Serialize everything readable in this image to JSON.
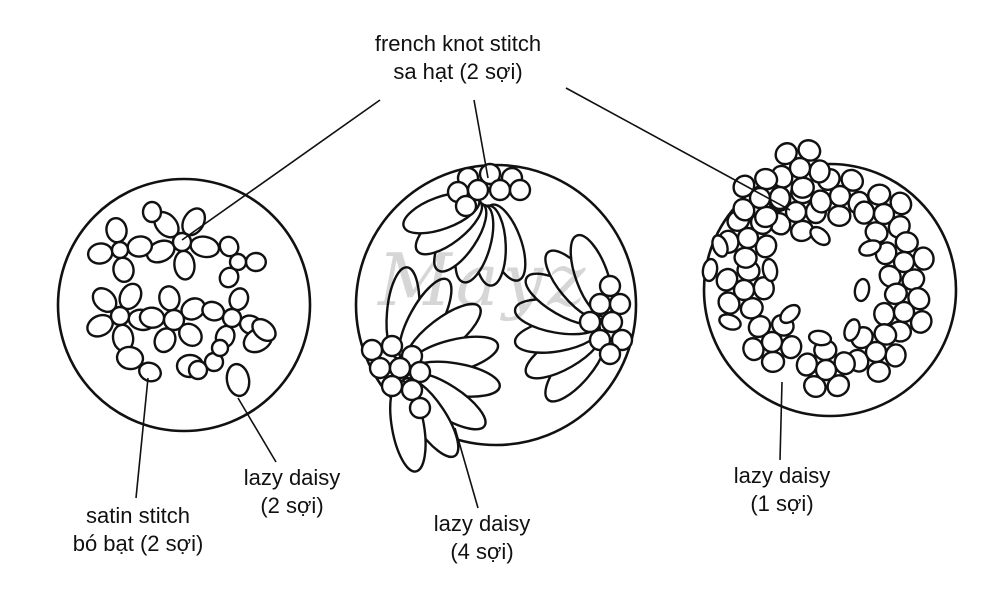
{
  "labels": {
    "french_knot": {
      "line1": "french knot stitch",
      "line2": "sa hạt (2 sợi)"
    },
    "satin": {
      "line1": "satin stitch",
      "line2": "bó bạt (2 sợi)"
    },
    "lazy_daisy_left": {
      "line1": "lazy daisy",
      "line2": "(2 sợi)"
    },
    "lazy_daisy_middle": {
      "line1": "lazy daisy",
      "line2": "(4 sợi)"
    },
    "lazy_daisy_right": {
      "line1": "lazy daisy",
      "line2": "(1 sợi)"
    }
  },
  "watermark": {
    "text": "Mayz"
  },
  "colors": {
    "ink": "#111111",
    "background": "#ffffff"
  }
}
